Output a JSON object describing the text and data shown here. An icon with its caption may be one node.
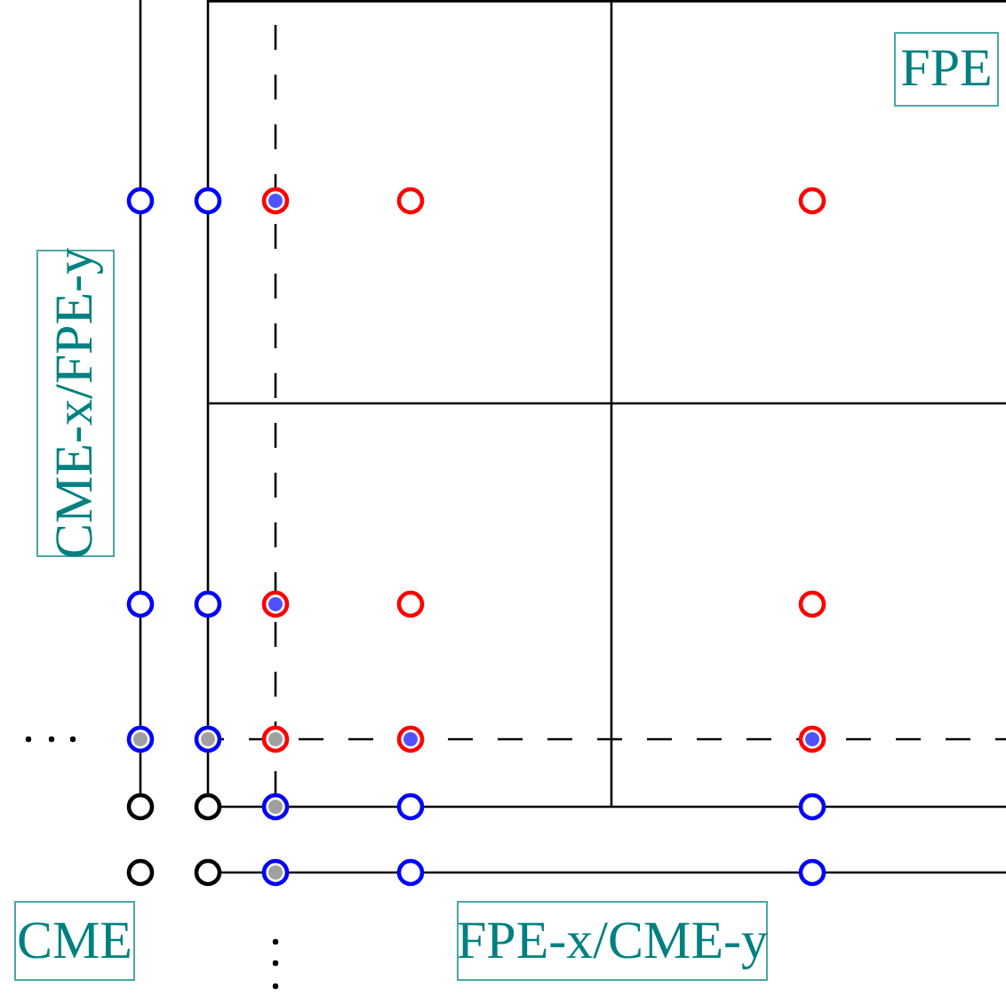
{
  "diagram": {
    "nodes": [
      {
        "text": [
          "FPE"
        ]
      },
      {
        "text": [
          "CME-x/FPE-y"
        ]
      },
      {
        "text": [
          "CME"
        ]
      },
      {
        "text": [
          "FPE-x/CME-y"
        ]
      }
    ]
  }
}
